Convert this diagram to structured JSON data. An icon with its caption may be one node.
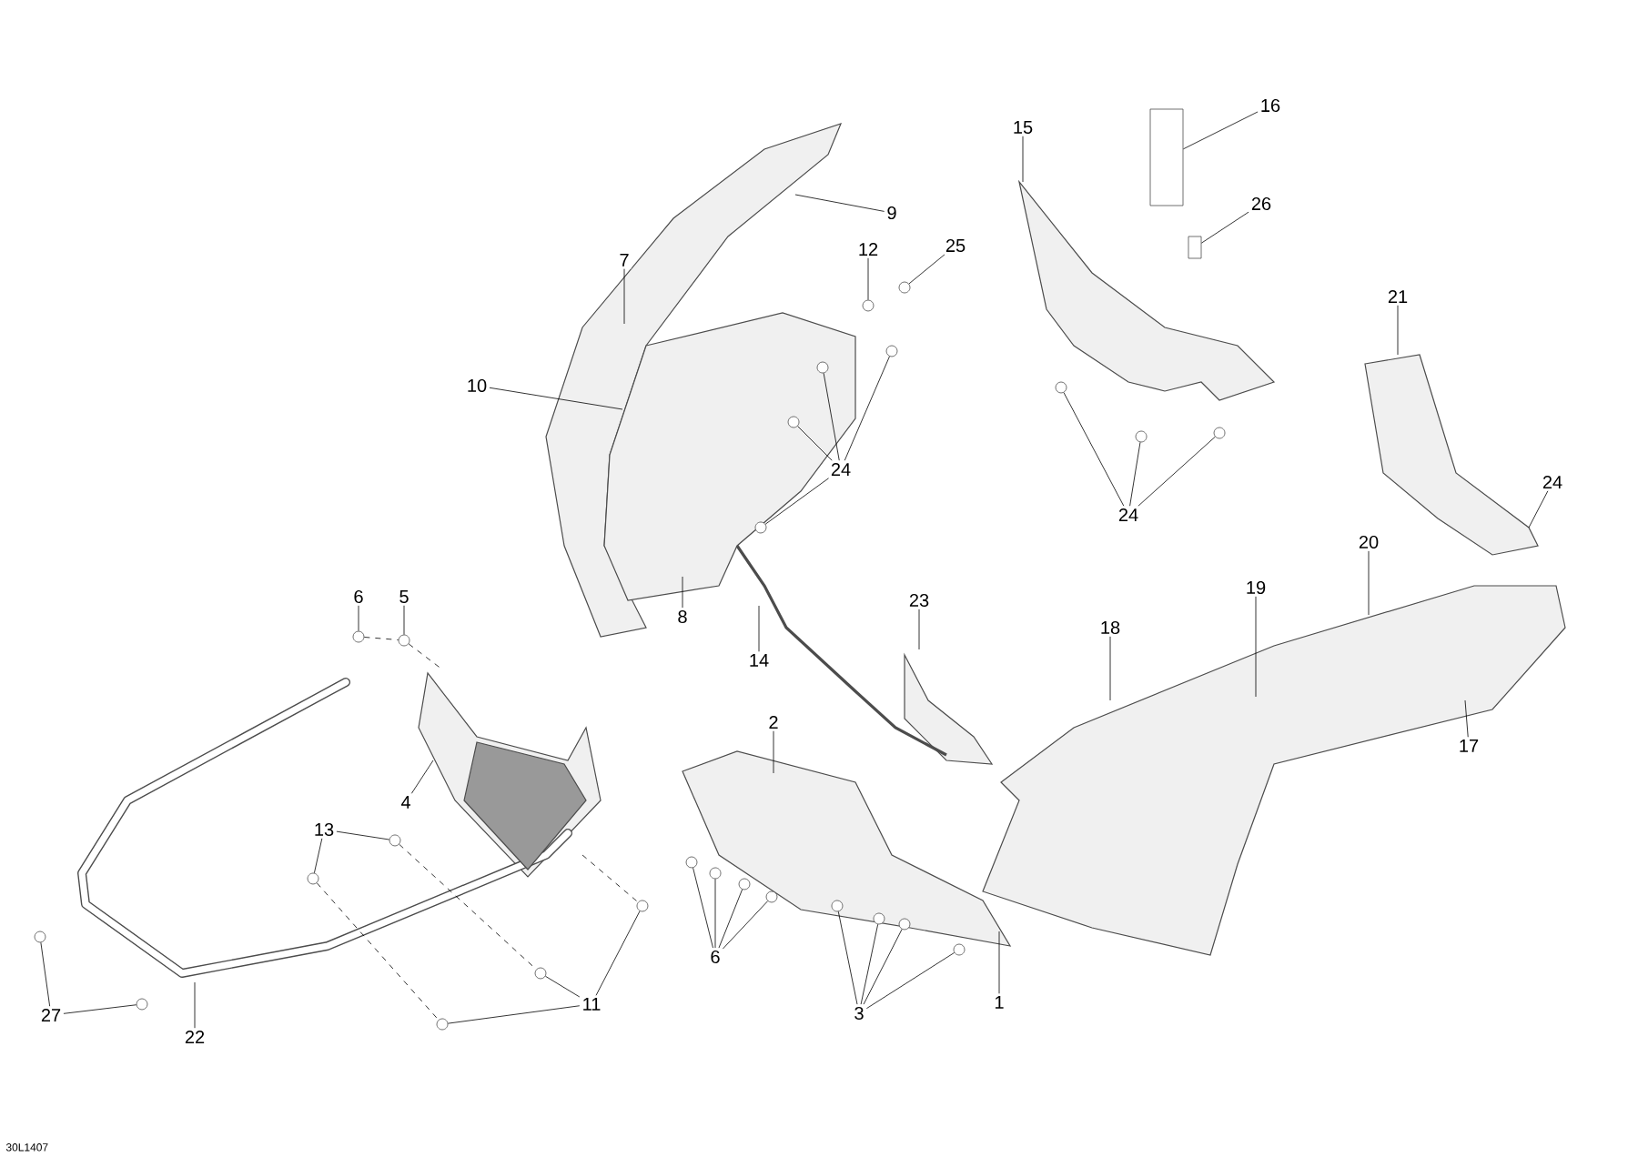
{
  "diagram": {
    "nodes": [
      {
        "text": [
          "1"
        ]
      },
      {
        "text": [
          "2"
        ]
      },
      {
        "text": [
          "3"
        ]
      },
      {
        "text": [
          "4"
        ]
      },
      {
        "text": [
          "5"
        ]
      },
      {
        "text": [
          "6"
        ]
      },
      {
        "text": [
          "6"
        ]
      },
      {
        "text": [
          "7"
        ]
      },
      {
        "text": [
          "8"
        ]
      },
      {
        "text": [
          "9"
        ]
      },
      {
        "text": [
          "10"
        ]
      },
      {
        "text": [
          "11"
        ]
      },
      {
        "text": [
          "12"
        ]
      },
      {
        "text": [
          "13"
        ]
      },
      {
        "text": [
          "14"
        ]
      },
      {
        "text": [
          "15"
        ]
      },
      {
        "text": [
          "16"
        ]
      },
      {
        "text": [
          "17"
        ]
      },
      {
        "text": [
          "18"
        ]
      },
      {
        "text": [
          "19"
        ]
      },
      {
        "text": [
          "20"
        ]
      },
      {
        "text": [
          "21"
        ]
      },
      {
        "text": [
          "22"
        ]
      },
      {
        "text": [
          "23"
        ]
      },
      {
        "text": [
          "24"
        ]
      },
      {
        "text": [
          "24"
        ]
      },
      {
        "text": [
          "24"
        ]
      },
      {
        "text": [
          "25"
        ]
      },
      {
        "text": [
          "26"
        ]
      },
      {
        "text": [
          "27"
        ]
      },
      {
        "text": [],
        "shape": "circle"
      },
      {
        "text": [],
        "shape": "circle"
      },
      {
        "text": [],
        "shape": "circle"
      },
      {
        "text": [],
        "shape": "circle"
      },
      {
        "text": [],
        "shape": "circle"
      },
      {
        "text": [],
        "shape": "circle"
      },
      {
        "text": [],
        "shape": "circle"
      },
      {
        "text": [],
        "shape": "circle"
      },
      {
        "text": [],
        "shape": "circle"
      },
      {
        "text": [],
        "shape": "circle"
      },
      {
        "text": [],
        "shape": "circle"
      },
      {
        "text": [],
        "shape": "circle"
      },
      {
        "text": [],
        "shape": "circle"
      },
      {
        "text": [],
        "shape": "circle"
      },
      {
        "text": [],
        "shape": "circle"
      },
      {
        "text": [],
        "shape": "circle"
      },
      {
        "text": [],
        "shape": "circle"
      },
      {
        "text": [],
        "shape": "circle"
      },
      {
        "text": [],
        "shape": "circle"
      },
      {
        "text": [],
        "shape": "circle"
      },
      {
        "text": [],
        "shape": "circle"
      },
      {
        "text": [],
        "shape": "circle"
      },
      {
        "text": [],
        "shape": "circle"
      },
      {
        "text": [],
        "shape": "circle"
      },
      {
        "text": [],
        "shape": "circle"
      },
      {
        "text": [],
        "shape": "circle"
      },
      {
        "text": [],
        "shape": "box"
      },
      {
        "text": [],
        "shape": "box"
      }
    ],
    "edges": [
      {
        "from": 0,
        "to": null,
        "arrow": "none"
      },
      {
        "from": 1,
        "to": null,
        "arrow": "none"
      },
      {
        "from": 2,
        "to": 46,
        "arrow": "none"
      },
      {
        "from": 2,
        "to": 48,
        "arrow": "none"
      },
      {
        "from": 2,
        "to": 51,
        "arrow": "none"
      },
      {
        "from": 2,
        "to": 52,
        "arrow": "none"
      },
      {
        "from": 3,
        "to": null,
        "arrow": "none"
      },
      {
        "from": 4,
        "to": 35,
        "arrow": "none"
      },
      {
        "from": 5,
        "to": 33,
        "arrow": "none"
      },
      {
        "from": 6,
        "to": 39,
        "arrow": "none"
      },
      {
        "from": 6,
        "to": 40,
        "arrow": "none"
      },
      {
        "from": 6,
        "to": 41,
        "arrow": "none"
      },
      {
        "from": 6,
        "to": 43,
        "arrow": "none"
      },
      {
        "from": 7,
        "to": null,
        "arrow": "none"
      },
      {
        "from": 8,
        "to": null,
        "arrow": "none"
      },
      {
        "from": 9,
        "to": null,
        "arrow": "none"
      },
      {
        "from": 10,
        "to": null,
        "arrow": "none"
      },
      {
        "from": 11,
        "to": 38,
        "arrow": "none"
      },
      {
        "from": 11,
        "to": 37,
        "arrow": "none"
      },
      {
        "from": 11,
        "to": 36,
        "arrow": "none"
      },
      {
        "from": 12,
        "to": 47,
        "arrow": "none"
      },
      {
        "from": 13,
        "to": 34,
        "arrow": "none"
      },
      {
        "from": 13,
        "to": 32,
        "arrow": "none"
      },
      {
        "from": 14,
        "to": null,
        "arrow": "none"
      },
      {
        "from": 15,
        "to": null,
        "arrow": "none"
      },
      {
        "from": 16,
        "to": 56,
        "arrow": "none"
      },
      {
        "from": 17,
        "to": null,
        "arrow": "none"
      },
      {
        "from": 18,
        "to": null,
        "arrow": "none"
      },
      {
        "from": 19,
        "to": null,
        "arrow": "none"
      },
      {
        "from": 20,
        "to": null,
        "arrow": "none"
      },
      {
        "from": 21,
        "to": null,
        "arrow": "none"
      },
      {
        "from": 22,
        "to": null,
        "arrow": "none"
      },
      {
        "from": 23,
        "to": null,
        "arrow": "none"
      },
      {
        "from": 24,
        "to": 45,
        "arrow": "none"
      },
      {
        "from": 24,
        "to": 49,
        "arrow": "none"
      },
      {
        "from": 24,
        "to": 44,
        "arrow": "none"
      },
      {
        "from": 24,
        "to": 42,
        "arrow": "none"
      },
      {
        "from": 25,
        "to": 53,
        "arrow": "none"
      },
      {
        "from": 25,
        "to": 54,
        "arrow": "none"
      },
      {
        "from": 25,
        "to": 55,
        "arrow": "none"
      },
      {
        "from": 26,
        "to": null,
        "arrow": "none"
      },
      {
        "from": 27,
        "to": 50,
        "arrow": "none"
      },
      {
        "from": 28,
        "to": 57,
        "arrow": "none"
      },
      {
        "from": 29,
        "to": 30,
        "arrow": "none"
      },
      {
        "from": 29,
        "to": 31,
        "arrow": "none"
      },
      {
        "from": 33,
        "to": 35,
        "arrow": "none",
        "style": "dashed"
      },
      {
        "from": 34,
        "to": 37,
        "arrow": "none",
        "style": "dashed"
      },
      {
        "from": 32,
        "to": 36,
        "arrow": "none",
        "style": "dashed"
      },
      {
        "from": null,
        "to": 38,
        "arrow": "none",
        "style": "dashed"
      },
      {
        "from": 35,
        "to": null,
        "arrow": "none",
        "style": "dashed"
      }
    ],
    "labels": [
      "30L1407"
    ]
  }
}
